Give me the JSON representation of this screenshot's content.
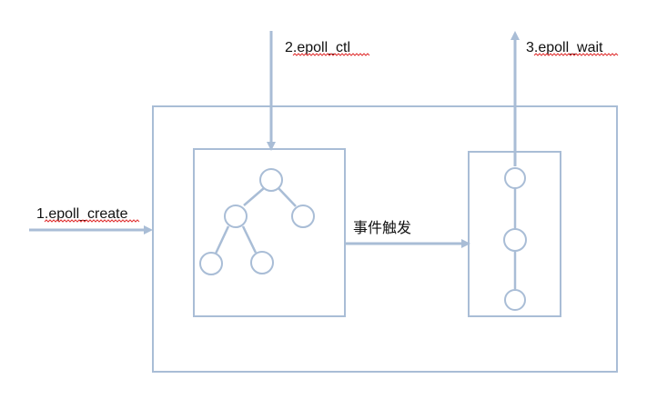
{
  "labels": {
    "create": "1.epoll_create",
    "ctl": "2.epoll_ctl",
    "wait": "3.epoll_wait",
    "event": "事件触发"
  },
  "colors": {
    "stroke": "#a9bdd6",
    "text": "#111111",
    "spellcheck": "#e03030"
  }
}
